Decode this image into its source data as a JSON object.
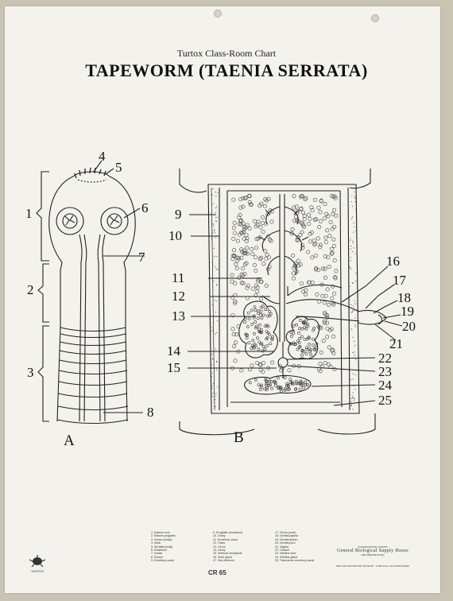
{
  "header": {
    "subtitle": "Turtox Class-Room Chart",
    "title": "TAPEWORM (TAENIA SERRATA)"
  },
  "figures": {
    "a": "A",
    "b": "B"
  },
  "labels": [
    "1",
    "2",
    "3",
    "4",
    "5",
    "6",
    "7",
    "8",
    "9",
    "10",
    "11",
    "12",
    "13",
    "14",
    "15",
    "16",
    "17",
    "18",
    "19",
    "20",
    "21",
    "22",
    "23",
    "24",
    "25"
  ],
  "legend": {
    "col1": [
      "1. Anterior end",
      "2. Mature proglottis",
      "3. Scolex (head)",
      "4. Neck",
      "5. Strobila (body)",
      "6. Rostellum",
      "7. Hooks",
      "8. Sucker",
      "9. Excretory canal"
    ],
    "col2": [
      "9. Proglottis (immature)",
      "10. Ovary",
      "11. Excretory canal",
      "12. Testis",
      "13. Cirrus",
      "14. Ovary",
      "15. Seminal receptacle",
      "16. Shell gland",
      "17. Vas deferens"
    ],
    "col3": [
      "17. Cirrus pouch",
      "18. Genital papilla",
      "19. Genital atrium",
      "20. Genital pore",
      "21. Vagina",
      "22. Oviduct",
      "23. Vitelline duct",
      "24. Vitelline gland",
      "25. Transverse excretory canal"
    ]
  },
  "publisher": {
    "copyright": "COPYRIGHTED 1946 BY",
    "name": "General Biological Supply House",
    "inc": "(INCORPORATED)",
    "address": "8200 SOUTH HOYNE AVENUE  ·  CHICAGO, ILLINOIS 60620"
  },
  "logo_text": "TURTOX",
  "chart_code": "CR 65"
}
